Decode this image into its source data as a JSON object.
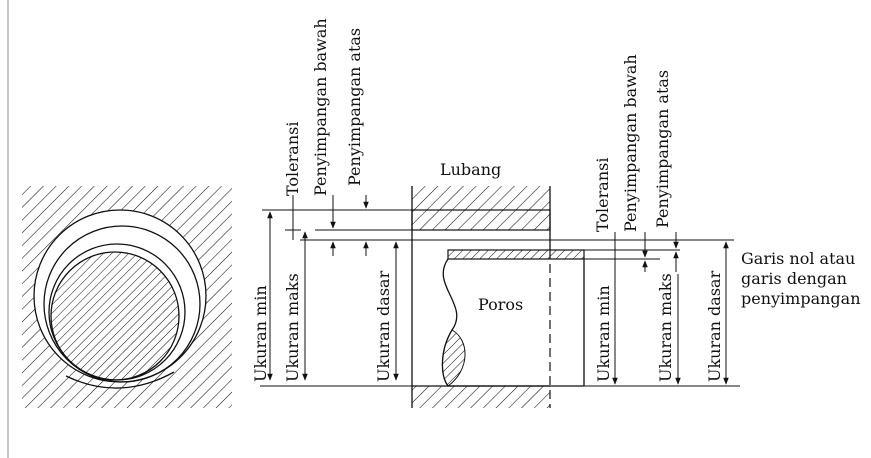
{
  "labels": {
    "lubang": "Lubang",
    "poros": "Poros",
    "toleransi_left": "Toleransi",
    "penyimpangan_bawah_left": "Penyimpangan bawah",
    "penyimpangan_atas_left": "Penyimpangan atas",
    "ukuran_min_left": "Ukuran min",
    "ukuran_maks_left": "Ukuran maks",
    "ukuran_dasar_left": "Ukuran dasar",
    "toleransi_right": "Toleransi",
    "penyimpangan_bawah_right": "Penyimpangan bawah",
    "penyimpangan_atas_right": "Penyimpangan atas",
    "ukuran_min_right": "Ukuran min",
    "ukuran_maks_right": "Ukuran maks",
    "ukuran_dasar_right": "Ukuran dasar",
    "garis_nol_line1": "Garis nol atau",
    "garis_nol_line2": "garis dengan",
    "garis_nol_line3": "penyimpangan"
  }
}
